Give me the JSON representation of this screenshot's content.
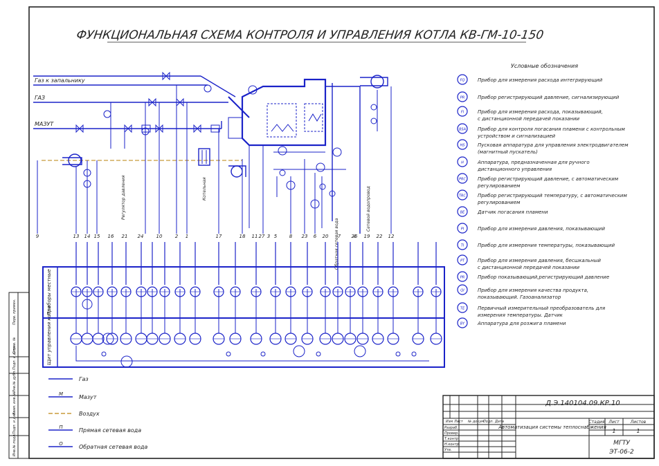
{
  "title": "ФУНКЦИОНАЛЬНАЯ СХЕМА КОНТРОЛЯ И УПРАВЛЕНИЯ КОТЛА КВ-ГМ-10-150",
  "pipes": {
    "gas_ignition": "Газ к запальнику",
    "gas": "ГАЗ",
    "mazut": "МАЗУТ"
  },
  "process_labels": {
    "reg_pressure": "Регулятор давления",
    "boiler": "Котельная",
    "water_return": "Обратная сетевая вода",
    "net_line": "Сетевой водопровод"
  },
  "line_numbers": [
    "9",
    "13",
    "14",
    "15",
    "16",
    "21",
    "24",
    "10",
    "2",
    "1",
    "17",
    "18",
    "11",
    "27",
    "3",
    "5",
    "8",
    "23",
    "6",
    "20",
    "7",
    "4",
    "19",
    "22",
    "12",
    "26"
  ],
  "panel_rows": {
    "local": "Приборы местные",
    "board": "Щит управления котла"
  },
  "legend_title": "Условные обозначения",
  "legend": [
    {
      "code": "FQ",
      "text": "Прибор для измерения расхода интегрирующий"
    },
    {
      "code": "PR",
      "text": "Прибор регистрирующий давление, сигнализирующий"
    },
    {
      "code": "FI",
      "text": "Прибор для измерения расхода, показывающий,"
    },
    {
      "code": "",
      "text": "с дистанционной передачей показании"
    },
    {
      "code": "BSA",
      "text": "Прибор для контроля погасания пламени с контрольным"
    },
    {
      "code": "",
      "text": "устройством и сигнализацией"
    },
    {
      "code": "HS",
      "text": "Пусковая аппаратура для управления электродвигателем"
    },
    {
      "code": "",
      "text": "(магнитный пускатель)"
    },
    {
      "code": "H",
      "text": "Аппаратура, предназначенная для ручного"
    },
    {
      "code": "",
      "text": "дистанционного управления"
    },
    {
      "code": "PRC",
      "text": "Прибор регистрирующий давление, с автоматическим"
    },
    {
      "code": "",
      "text": "регулированием"
    },
    {
      "code": "TRC",
      "text": "Прибор регистрирующий температуру, с автоматическим"
    },
    {
      "code": "",
      "text": "регулированием"
    },
    {
      "code": "BE",
      "text": "Датчик погасания пламени"
    },
    {
      "code": "PI",
      "text": "Прибор для измерения давления, показывающий"
    },
    {
      "code": "TI",
      "text": "Прибор для измерения температуры, показывающий"
    },
    {
      "code": "PT",
      "text": "Прибор для измерения давления, бесшкальный"
    },
    {
      "code": "",
      "text": "с дистанционной передачей показании"
    },
    {
      "code": "PR",
      "text": "Прибор показывающий,регистрирующий давление"
    },
    {
      "code": "QI",
      "text": "Прибор для измерения качества продукта,"
    },
    {
      "code": "",
      "text": "показывающий. Газоанализатор"
    },
    {
      "code": "TE",
      "text": "Первичный измерительный преобразователь для"
    },
    {
      "code": "",
      "text": "измерения температуры. Датчик"
    },
    {
      "code": "BY",
      "text": "Аппаратура для розжига пламени"
    }
  ],
  "line_legend": [
    {
      "mark": "",
      "text": "Газ",
      "color": "#1a22c8"
    },
    {
      "mark": "М",
      "text": "Мазут",
      "color": "#1a22c8"
    },
    {
      "mark": "",
      "text": "Воздух",
      "color": "#c89a3a"
    },
    {
      "mark": "П",
      "text": "Прямая сетевая вода",
      "color": "#1a22c8"
    },
    {
      "mark": "О",
      "text": "Обратная сетевая вода",
      "color": "#1a22c8"
    }
  ],
  "stamp": {
    "code": "Д.Э.140104.09.КР.10",
    "name": "Автоматизация системы теплоснабжения",
    "stage_hdr": "Стадия",
    "sheet_hdr": "Лист",
    "sheets_hdr": "Листов",
    "sheet": "1",
    "sheets": "1",
    "org": "МГТУ",
    "group": "ЭТ-06-2",
    "roles": [
      "Разраб.",
      "Провер.",
      "Т.контр.",
      "Н.контр.",
      "Утв."
    ],
    "cols": [
      "Изм",
      "Лист",
      "№ докум.",
      "Подп.",
      "Дата"
    ]
  },
  "side_stamp": [
    "Инв.№ подл.",
    "Подп. и дата",
    "Взам. инв.№",
    "Инв.№ дубл.",
    "Подп. и дата",
    "Справ. №",
    "Перв. примен."
  ]
}
